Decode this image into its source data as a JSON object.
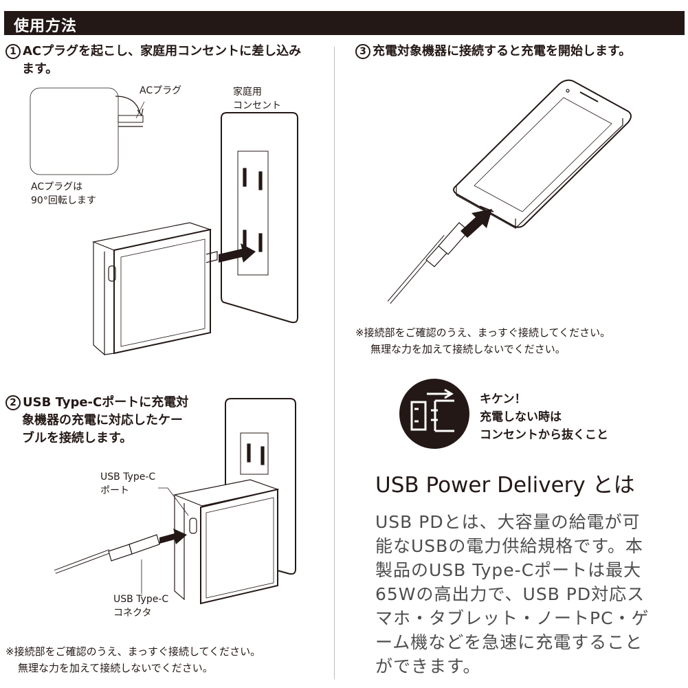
{
  "header": {
    "title": "使用方法"
  },
  "steps": {
    "step1": {
      "number": "1",
      "line1": "ACプラグを起こし、家庭用コンセントに差し込み",
      "line2": "ます。"
    },
    "step2": {
      "number": "2",
      "line1": "USB Type-Cポートに充電対",
      "line2": "象機器の充電に対応したケー",
      "line3": "ブルを接続します。"
    },
    "step3": {
      "number": "3",
      "line1": "充電対象機器に接続すると充電を開始します。"
    }
  },
  "labels": {
    "ac_plug": "ACプラグ",
    "outlet_line1": "家庭用",
    "outlet_line2": "コンセント",
    "rotate_line1": "ACプラグは",
    "rotate_line2": "90°回転します",
    "port_line1": "USB Type-C",
    "port_line2": "ポート",
    "connector_line1": "USB Type-C",
    "connector_line2": "コネクタ"
  },
  "notes": {
    "left_line1": "※接続部をご確認のうえ、まっすぐ接続してください。",
    "left_line2": "無理な力を加えて接続しないでください。",
    "right_line1": "※接続部をご確認のうえ、まっすぐ接続してください。",
    "right_line2": "無理な力を加えて接続しないでください。"
  },
  "warning": {
    "line1": "キケン！",
    "line2": "充電しない時は",
    "line3": "コンセントから抜くこと",
    "icon": "unplug-icon"
  },
  "pd": {
    "title": "USB Power Delivery とは",
    "body": "USB PDとは、大容量の給電が可能なUSBの電力供給規格です。本製品のUSB Type-Cポートは最大65Wの高出力で、USB PD対応スマホ・タブレット・ノートPC・ゲーム機などを急速に充電することができます。"
  },
  "colors": {
    "ink": "#231815",
    "body_text": "#4d4d4d",
    "divider": "#bdbdbd"
  }
}
